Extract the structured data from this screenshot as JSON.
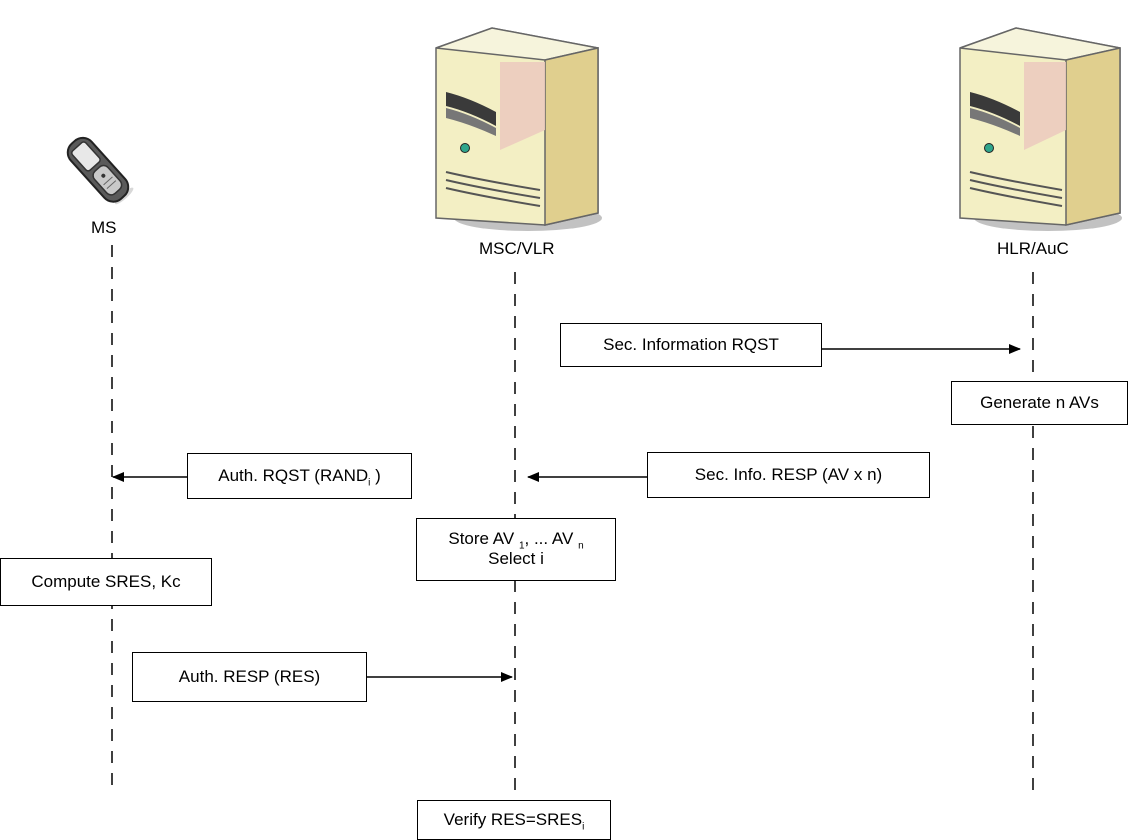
{
  "entities": {
    "ms": {
      "label": "MS",
      "icon": "mobile-phone-icon"
    },
    "msc": {
      "label": "MSC/VLR",
      "icon": "server-tower-icon"
    },
    "hlr": {
      "label": "HLR/AuC",
      "icon": "server-tower-icon"
    }
  },
  "messages": {
    "sec_info_rqst": "Sec. Information RQST",
    "sec_info_resp": "Sec. Info. RESP (AV x n)",
    "auth_rqst_prefix": "Auth. RQST (RAND",
    "auth_rqst_sub": "i",
    "auth_rqst_suffix": " )",
    "auth_resp": "Auth. RESP (RES)"
  },
  "actions": {
    "generate": "Generate n AVs",
    "store_prefix": "Store AV",
    "store_sub1": "1",
    "store_mid": ", ... AV",
    "store_subn": "n",
    "select": "Select i",
    "compute": "Compute SRES, Kc",
    "verify_prefix": "Verify RES=SRES",
    "verify_sub": "i"
  },
  "colors": {
    "server_face": "#f3efc4",
    "server_side": "#e0cf8e",
    "server_pink": "#eccbbf",
    "line": "#000000"
  }
}
